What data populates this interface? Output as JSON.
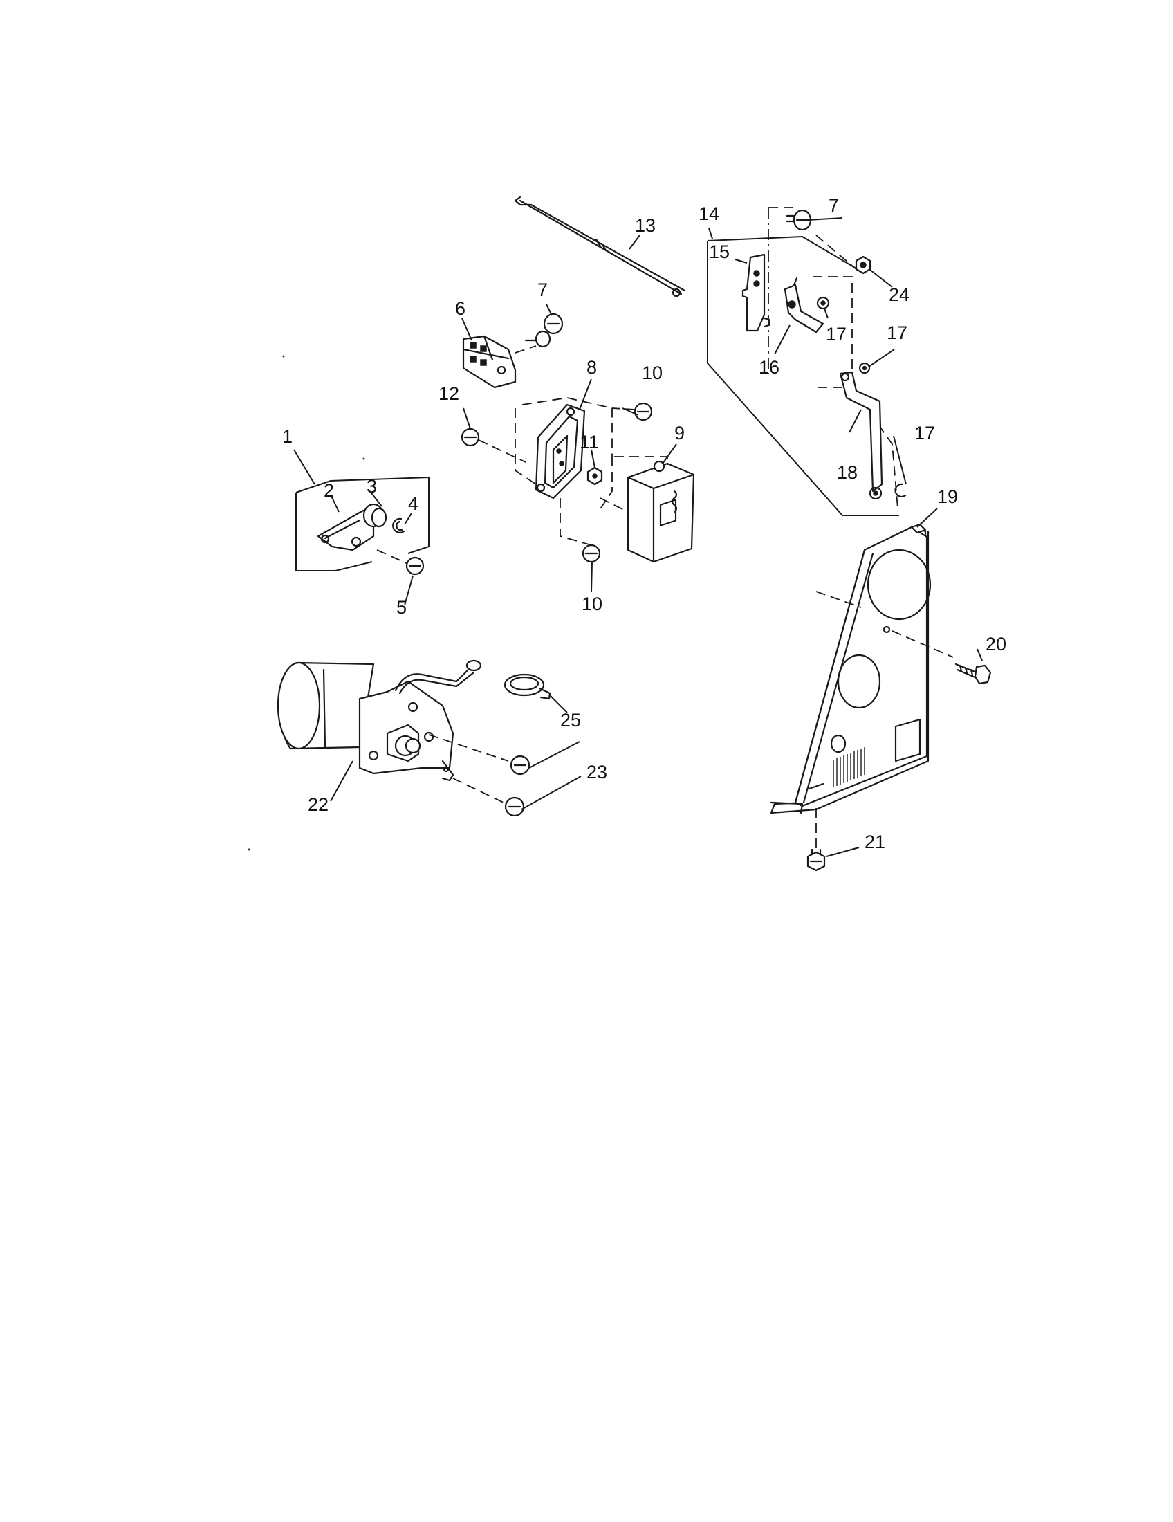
{
  "callouts": [
    {
      "id": "c1",
      "label": "1"
    },
    {
      "id": "c2",
      "label": "2"
    },
    {
      "id": "c3",
      "label": "3"
    },
    {
      "id": "c4",
      "label": "4"
    },
    {
      "id": "c5",
      "label": "5"
    },
    {
      "id": "c6",
      "label": "6"
    },
    {
      "id": "c7a",
      "label": "7"
    },
    {
      "id": "c7b",
      "label": "7"
    },
    {
      "id": "c8",
      "label": "8"
    },
    {
      "id": "c9",
      "label": "9"
    },
    {
      "id": "c10a",
      "label": "10"
    },
    {
      "id": "c10b",
      "label": "10"
    },
    {
      "id": "c11",
      "label": "11"
    },
    {
      "id": "c12",
      "label": "12"
    },
    {
      "id": "c13",
      "label": "13"
    },
    {
      "id": "c14",
      "label": "14"
    },
    {
      "id": "c15",
      "label": "15"
    },
    {
      "id": "c16",
      "label": "16"
    },
    {
      "id": "c17a",
      "label": "17"
    },
    {
      "id": "c17b",
      "label": "17"
    },
    {
      "id": "c17c",
      "label": "17"
    },
    {
      "id": "c18",
      "label": "18"
    },
    {
      "id": "c19",
      "label": "19"
    },
    {
      "id": "c20",
      "label": "20"
    },
    {
      "id": "c21",
      "label": "21"
    },
    {
      "id": "c22",
      "label": "22"
    },
    {
      "id": "c23",
      "label": "23"
    },
    {
      "id": "c24",
      "label": "24"
    },
    {
      "id": "c25",
      "label": "25"
    }
  ]
}
